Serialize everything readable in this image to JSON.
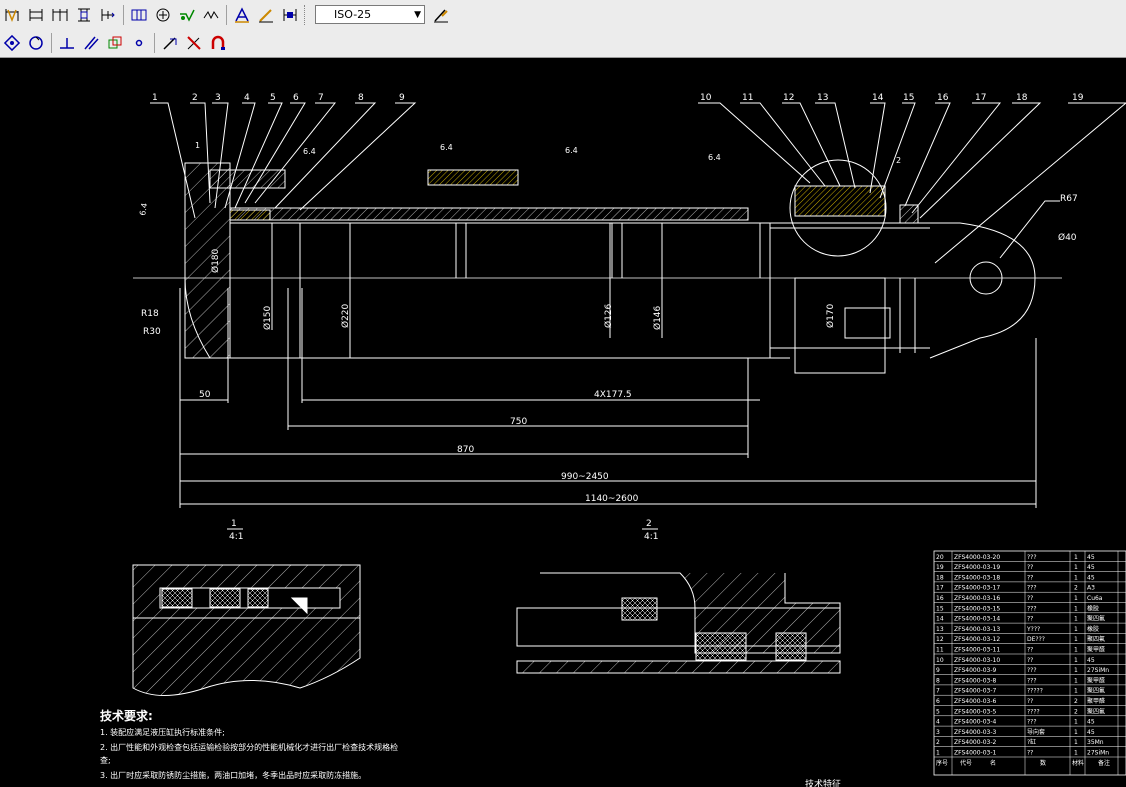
{
  "toolbar": {
    "row1_icons": [
      "dim-linear-icon",
      "dim-aligned-icon",
      "dim-baseline-icon",
      "dim-ordinate-icon",
      "dim-continue-icon",
      "dim-tolerance-icon",
      "dim-center-icon",
      "dim-leader-icon",
      "dim-jogged-icon",
      "dim-text-edit-icon",
      "dim-edit-icon",
      "dim-update-icon"
    ],
    "dim_style": "ISO-25",
    "row2_icons": [
      "osnap-intersection-icon",
      "osnap-center-icon",
      "osnap-perpendicular-icon",
      "osnap-parallel-icon",
      "osnap-insert-icon",
      "osnap-node-icon",
      "osnap-nearest-icon",
      "osnap-none-icon",
      "osnap-settings-icon"
    ]
  },
  "drawing": {
    "part_numbers": [
      "1",
      "2",
      "3",
      "4",
      "5",
      "6",
      "7",
      "8",
      "9",
      "10",
      "11",
      "12",
      "13",
      "14",
      "15",
      "16",
      "17",
      "18",
      "19"
    ],
    "roughness": [
      "6.4",
      "6.4",
      "6.4",
      "6.4",
      "6.4"
    ],
    "callout_1": "1",
    "callout_2": "2",
    "radius_r67": "R67",
    "dia_40": "Ø40",
    "r18": "R18",
    "r30": "R30",
    "dia_180": "Ø180",
    "dia_150": "Ø150",
    "dia_220": "Ø220",
    "dia_126": "Ø126",
    "dia_146": "Ø146",
    "dia_170": "Ø170",
    "dim_50": "50",
    "dim_4x177": "4X177.5",
    "dim_750": "750",
    "dim_870": "870",
    "dim_990": "990~2450",
    "dim_1140": "1140~2600",
    "detail1_label": "1",
    "detail1_scale": "4:1",
    "detail2_label": "2",
    "detail2_scale": "4:1",
    "tech_title": "技术要求:",
    "tech_lines": [
      "1. 装配应满足液压缸执行标准条件;",
      "2. 出厂性能和外观检查包括运输检验按部分的性能机械化才进行出厂检查技术规格检",
      "查;",
      "3. 出厂时应采取防锈防尘措施，两油口加堵，冬季出品时应采取防冻措施。"
    ],
    "tech_title2": "技术特征",
    "bom_rows": [
      [
        "20",
        "ZFS4000-03-20",
        "???",
        "1",
        "45"
      ],
      [
        "19",
        "ZFS4000-03-19",
        "??",
        "1",
        "45"
      ],
      [
        "18",
        "ZFS4000-03-18",
        "??",
        "1",
        "45"
      ],
      [
        "17",
        "ZFS4000-03-17",
        "???",
        "2",
        "A3"
      ],
      [
        "16",
        "ZFS4000-03-16",
        "??",
        "1",
        "Cu6a"
      ],
      [
        "15",
        "ZFS4000-03-15",
        "???",
        "1",
        "橡胶"
      ],
      [
        "14",
        "ZFS4000-03-14",
        "??",
        "1",
        "聚四氟"
      ],
      [
        "13",
        "ZFS4000-03-13",
        "Y???",
        "1",
        "橡胶"
      ],
      [
        "12",
        "ZFS4000-03-12",
        "DE???",
        "1",
        "聚四氟"
      ],
      [
        "11",
        "ZFS4000-03-11",
        "??",
        "1",
        "聚甲醛"
      ],
      [
        "10",
        "ZFS4000-03-10",
        "??",
        "1",
        "45"
      ],
      [
        "9",
        "ZFS4000-03-9",
        "???",
        "1",
        "27SiMn"
      ],
      [
        "8",
        "ZFS4000-03-8",
        "???",
        "1",
        "聚甲醛"
      ],
      [
        "7",
        "ZFS4000-03-7",
        "?????",
        "1",
        "聚四氟"
      ],
      [
        "6",
        "ZFS4000-03-6",
        "??",
        "2",
        "聚甲醛"
      ],
      [
        "5",
        "ZFS4000-03-5",
        "????",
        "2",
        "聚四氟"
      ],
      [
        "4",
        "ZFS4000-03-4",
        "???",
        "1",
        "45"
      ],
      [
        "3",
        "ZFS4000-03-3",
        "导向套",
        "1",
        "45"
      ],
      [
        "2",
        "ZFS4000-03-2",
        "?缸",
        "1",
        "35Mn"
      ],
      [
        "1",
        "ZFS4000-03-1",
        "??",
        "1",
        "27SiMn"
      ]
    ],
    "bom_header": [
      "序号",
      "代号",
      "名",
      "数",
      "材料",
      "备注"
    ]
  }
}
